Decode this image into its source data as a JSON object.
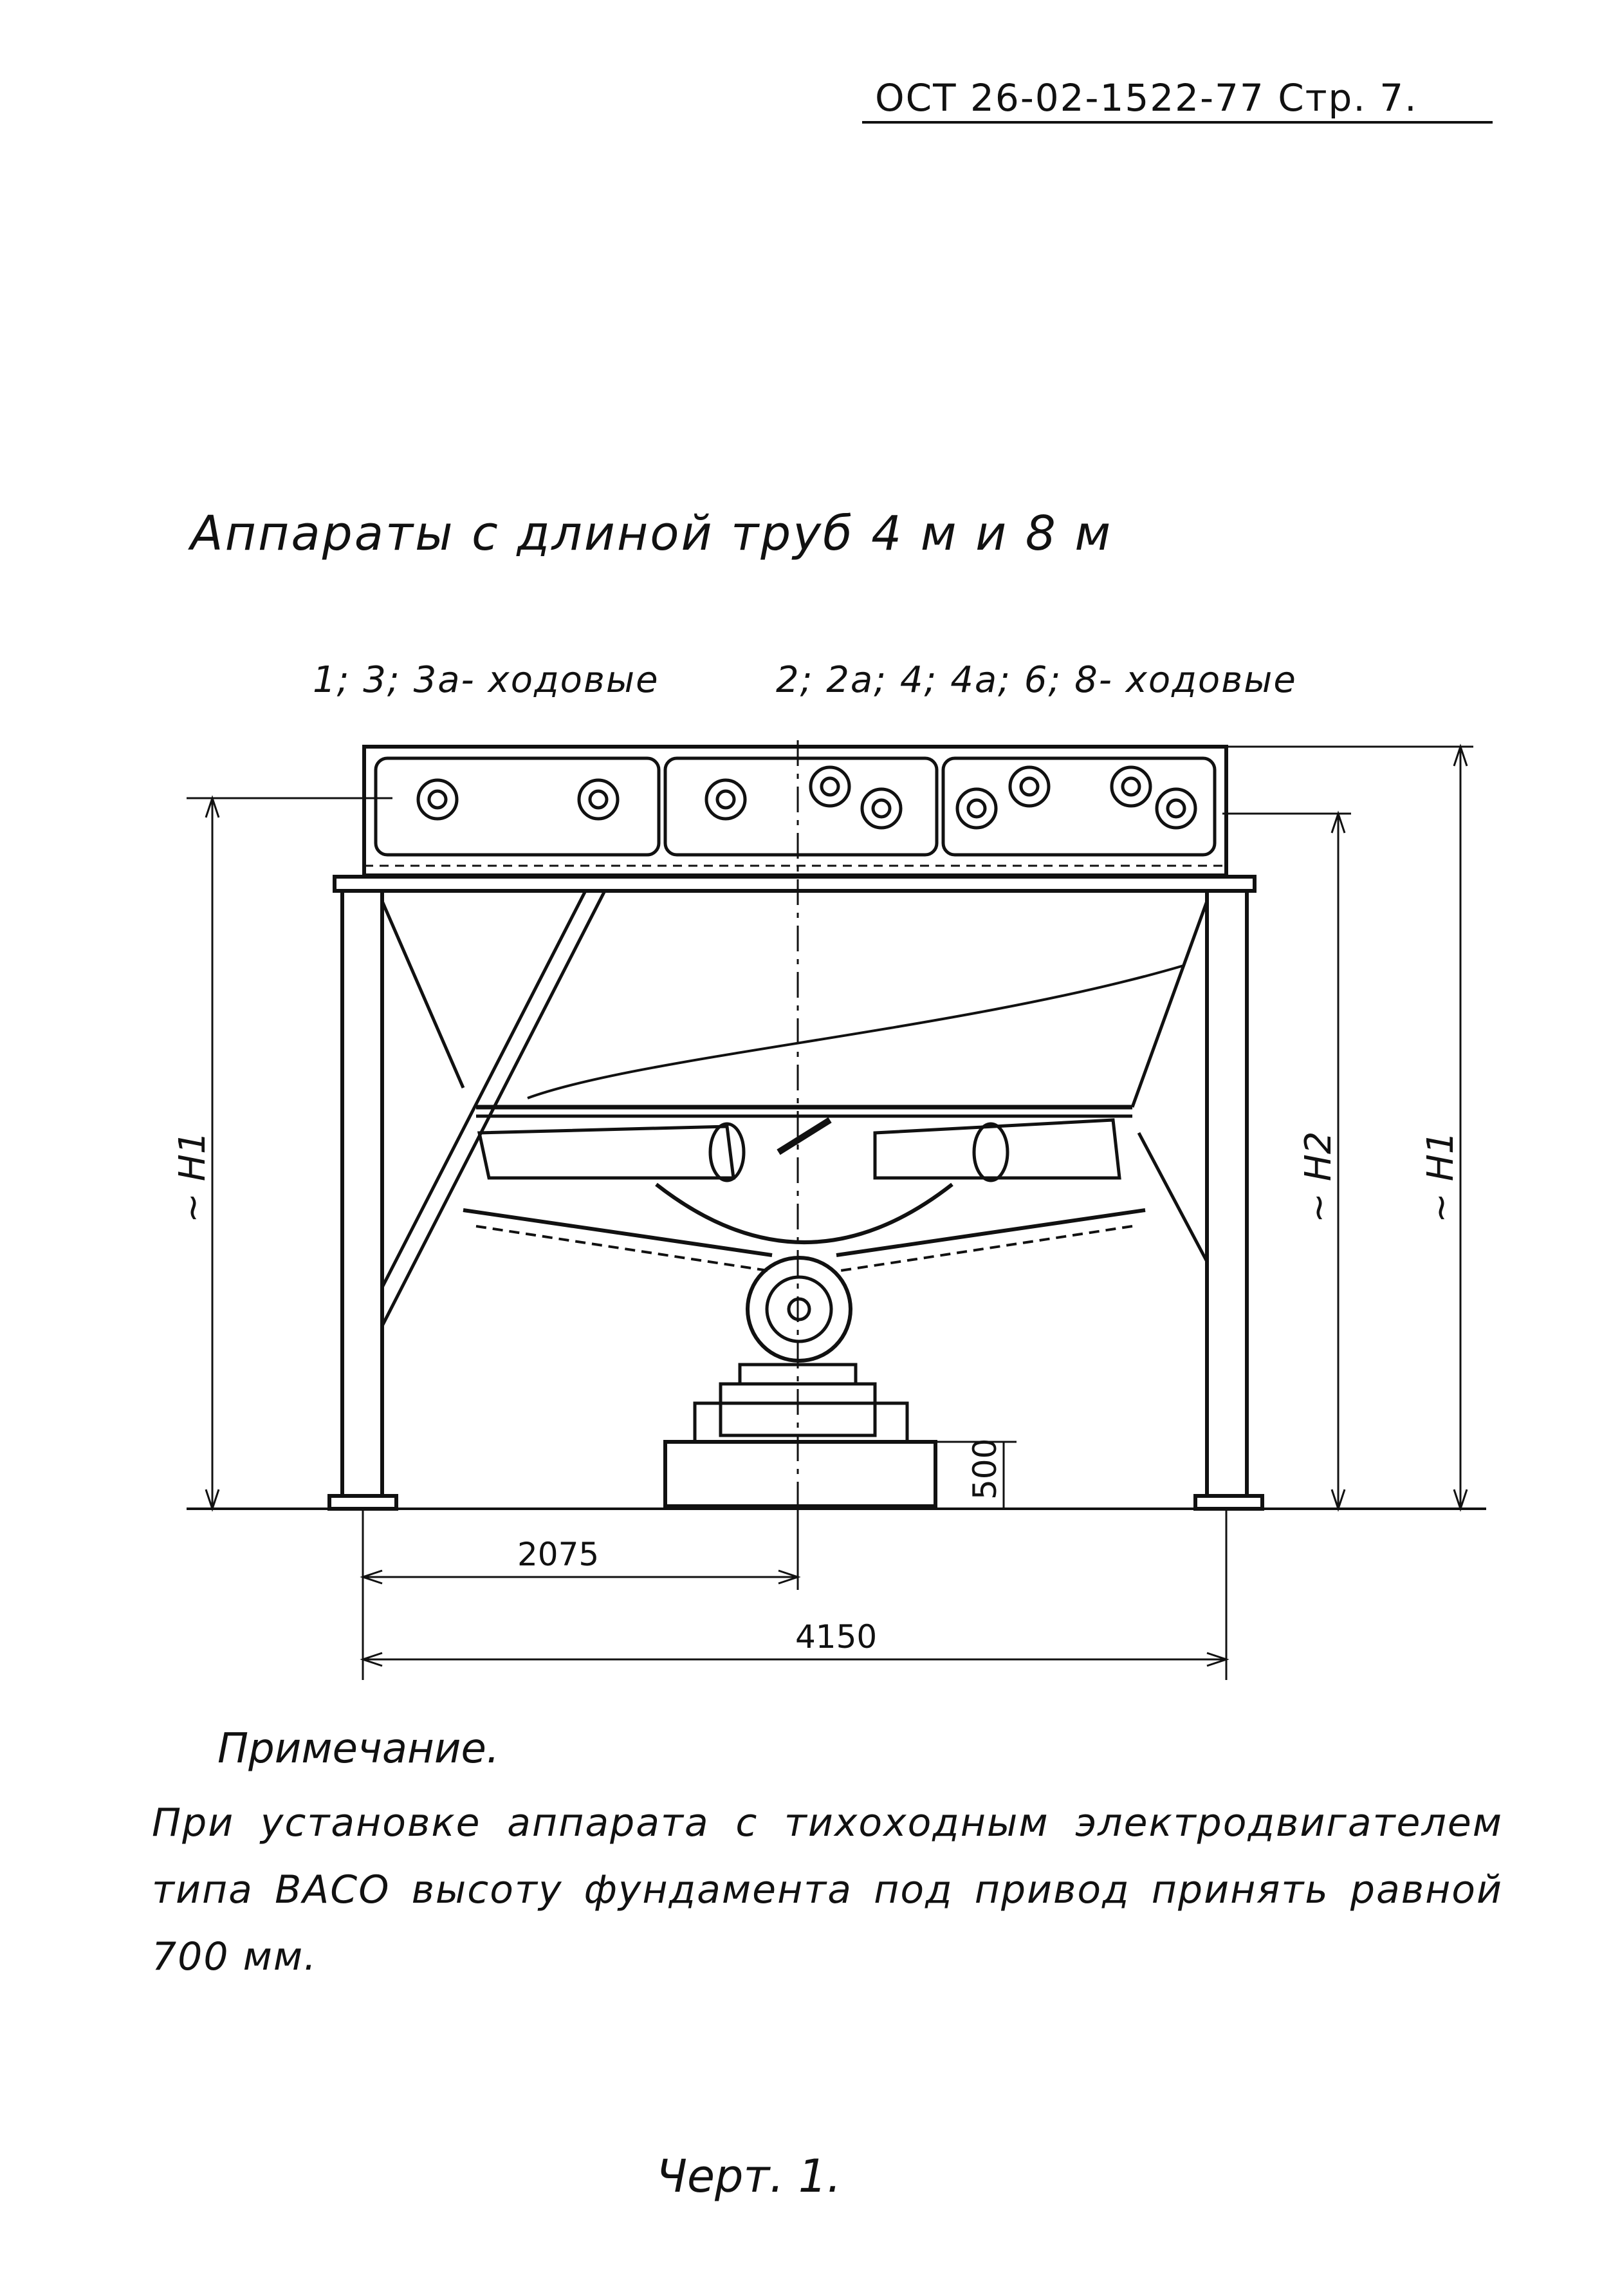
{
  "header": {
    "doc_ref": "ОСТ 26-02-1522-77  Стр. 7."
  },
  "title": "Аппараты с длиной труб 4 м и 8 м",
  "pass_labels": {
    "left": "1; 3; 3а- ходовые",
    "right": "2; 2а; 4; 4а; 6; 8- ходовые"
  },
  "dimensions": {
    "half_width": "2075",
    "full_width": "4150",
    "foundation_height": "500",
    "h1_left": "~ H1",
    "h2": "~ H2",
    "h1_right": "~ H1"
  },
  "note": {
    "title": "Примечание.",
    "body": "При установке аппарата с тихоходным электродвигателем типа ВАСО высоту фундамента под привод принять равной 700 мм."
  },
  "figure_label": "Черт. 1."
}
